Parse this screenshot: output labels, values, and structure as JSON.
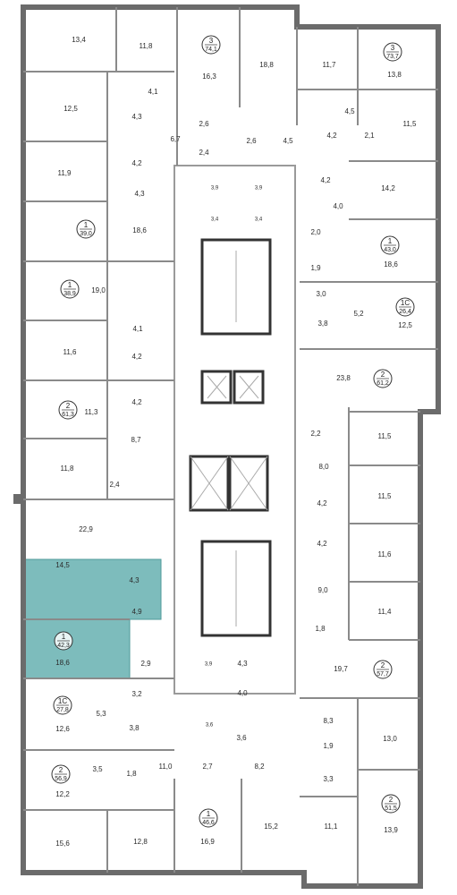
{
  "colors": {
    "wall": "#6b6b6b",
    "highlight": "#7dbcbc",
    "highlight_stroke": "#4e9a9a",
    "background": "#ffffff",
    "text": "#2b2b2b"
  },
  "rooms": [
    {
      "id": "r1",
      "label": "13,4"
    },
    {
      "id": "r2",
      "label": "11,8"
    },
    {
      "id": "r3",
      "label": "16,3"
    },
    {
      "id": "r4",
      "label": "18,8"
    },
    {
      "id": "r5",
      "label": "11,7"
    },
    {
      "id": "r6",
      "label": "13,8"
    },
    {
      "id": "r7",
      "label": "4,1"
    },
    {
      "id": "r8",
      "label": "12,5"
    },
    {
      "id": "r9",
      "label": "4,3"
    },
    {
      "id": "r10",
      "label": "6,7"
    },
    {
      "id": "r11",
      "label": "2,6"
    },
    {
      "id": "r12",
      "label": "2,6"
    },
    {
      "id": "r13",
      "label": "4,5"
    },
    {
      "id": "r14",
      "label": "4,5"
    },
    {
      "id": "r15",
      "label": "4,2"
    },
    {
      "id": "r16",
      "label": "2,1"
    },
    {
      "id": "r17",
      "label": "11,5"
    },
    {
      "id": "r18",
      "label": "4,2"
    },
    {
      "id": "r19",
      "label": "2,4"
    },
    {
      "id": "r20",
      "label": "11,9"
    },
    {
      "id": "r21",
      "label": "4,2"
    },
    {
      "id": "r22",
      "label": "14,2"
    },
    {
      "id": "r23",
      "label": "4,3"
    },
    {
      "id": "r24",
      "label": "3,9"
    },
    {
      "id": "r25",
      "label": "3,9"
    },
    {
      "id": "r26",
      "label": "4,0"
    },
    {
      "id": "r27",
      "label": "3,4"
    },
    {
      "id": "r28",
      "label": "3,4"
    },
    {
      "id": "r29",
      "label": "2,0"
    },
    {
      "id": "r30",
      "label": "18,6"
    },
    {
      "id": "r31",
      "label": "18,6"
    },
    {
      "id": "r32",
      "label": "1,9"
    },
    {
      "id": "r33",
      "label": "19,0"
    },
    {
      "id": "r34",
      "label": "3,0"
    },
    {
      "id": "r35",
      "label": "5,2"
    },
    {
      "id": "r36",
      "label": "3,8"
    },
    {
      "id": "r37",
      "label": "12,5"
    },
    {
      "id": "r38",
      "label": "4,1"
    },
    {
      "id": "r39",
      "label": "11,6"
    },
    {
      "id": "r40",
      "label": "4,2"
    },
    {
      "id": "r41",
      "label": "23,8"
    },
    {
      "id": "r42",
      "label": "4,2"
    },
    {
      "id": "r43",
      "label": "11,3"
    },
    {
      "id": "r44",
      "label": "2,2"
    },
    {
      "id": "r45",
      "label": "11,5"
    },
    {
      "id": "r46",
      "label": "8,7"
    },
    {
      "id": "r47",
      "label": "8,0"
    },
    {
      "id": "r48",
      "label": "11,8"
    },
    {
      "id": "r49",
      "label": "2,4"
    },
    {
      "id": "r50",
      "label": "11,5"
    },
    {
      "id": "r51",
      "label": "4,2"
    },
    {
      "id": "r52",
      "label": "22,9"
    },
    {
      "id": "r53",
      "label": "4,2"
    },
    {
      "id": "r54",
      "label": "11,6"
    },
    {
      "id": "r55",
      "label": "14,5"
    },
    {
      "id": "r56",
      "label": "4,3"
    },
    {
      "id": "r57",
      "label": "9,0"
    },
    {
      "id": "r58",
      "label": "4,9"
    },
    {
      "id": "r59",
      "label": "11,4"
    },
    {
      "id": "r60",
      "label": "1,8"
    },
    {
      "id": "r61",
      "label": "18,6"
    },
    {
      "id": "r62",
      "label": "2,9"
    },
    {
      "id": "r63",
      "label": "3,9"
    },
    {
      "id": "r64",
      "label": "4,3"
    },
    {
      "id": "r65",
      "label": "19,7"
    },
    {
      "id": "r66",
      "label": "4,0"
    },
    {
      "id": "r67",
      "label": "3,2"
    },
    {
      "id": "r68",
      "label": "5,3"
    },
    {
      "id": "r69",
      "label": "3,8"
    },
    {
      "id": "r70",
      "label": "3,6"
    },
    {
      "id": "r71",
      "label": "3,6"
    },
    {
      "id": "r72",
      "label": "8,3"
    },
    {
      "id": "r73",
      "label": "12,6"
    },
    {
      "id": "r74",
      "label": "1,9"
    },
    {
      "id": "r75",
      "label": "13,0"
    },
    {
      "id": "r76",
      "label": "3,5"
    },
    {
      "id": "r77",
      "label": "11,0"
    },
    {
      "id": "r78",
      "label": "2,7"
    },
    {
      "id": "r79",
      "label": "8,2"
    },
    {
      "id": "r80",
      "label": "1,8"
    },
    {
      "id": "r81",
      "label": "3,3"
    },
    {
      "id": "r82",
      "label": "12,2"
    },
    {
      "id": "r83",
      "label": "15,6"
    },
    {
      "id": "r84",
      "label": "12,8"
    },
    {
      "id": "r85",
      "label": "16,9"
    },
    {
      "id": "r86",
      "label": "15,2"
    },
    {
      "id": "r87",
      "label": "11,1"
    },
    {
      "id": "r88",
      "label": "13,9"
    }
  ],
  "apartments": [
    {
      "id": "a1",
      "rooms": "3",
      "area": "74,1"
    },
    {
      "id": "a2",
      "rooms": "3",
      "area": "73,7"
    },
    {
      "id": "a3",
      "rooms": "1",
      "area": "39,0"
    },
    {
      "id": "a4",
      "rooms": "1",
      "area": "43,0"
    },
    {
      "id": "a5",
      "rooms": "1",
      "area": "38,9"
    },
    {
      "id": "a6",
      "rooms": "1С",
      "area": "26,4"
    },
    {
      "id": "a7",
      "rooms": "2",
      "area": "61,2"
    },
    {
      "id": "a8",
      "rooms": "2",
      "area": "61,3"
    },
    {
      "id": "a9",
      "rooms": "1",
      "area": "42,3"
    },
    {
      "id": "a10",
      "rooms": "2",
      "area": "57,7"
    },
    {
      "id": "a11",
      "rooms": "1С",
      "area": "27,8"
    },
    {
      "id": "a12",
      "rooms": "2",
      "area": "56,9"
    },
    {
      "id": "a13",
      "rooms": "2",
      "area": "51,5"
    },
    {
      "id": "a14",
      "rooms": "1",
      "area": "46,6"
    }
  ]
}
